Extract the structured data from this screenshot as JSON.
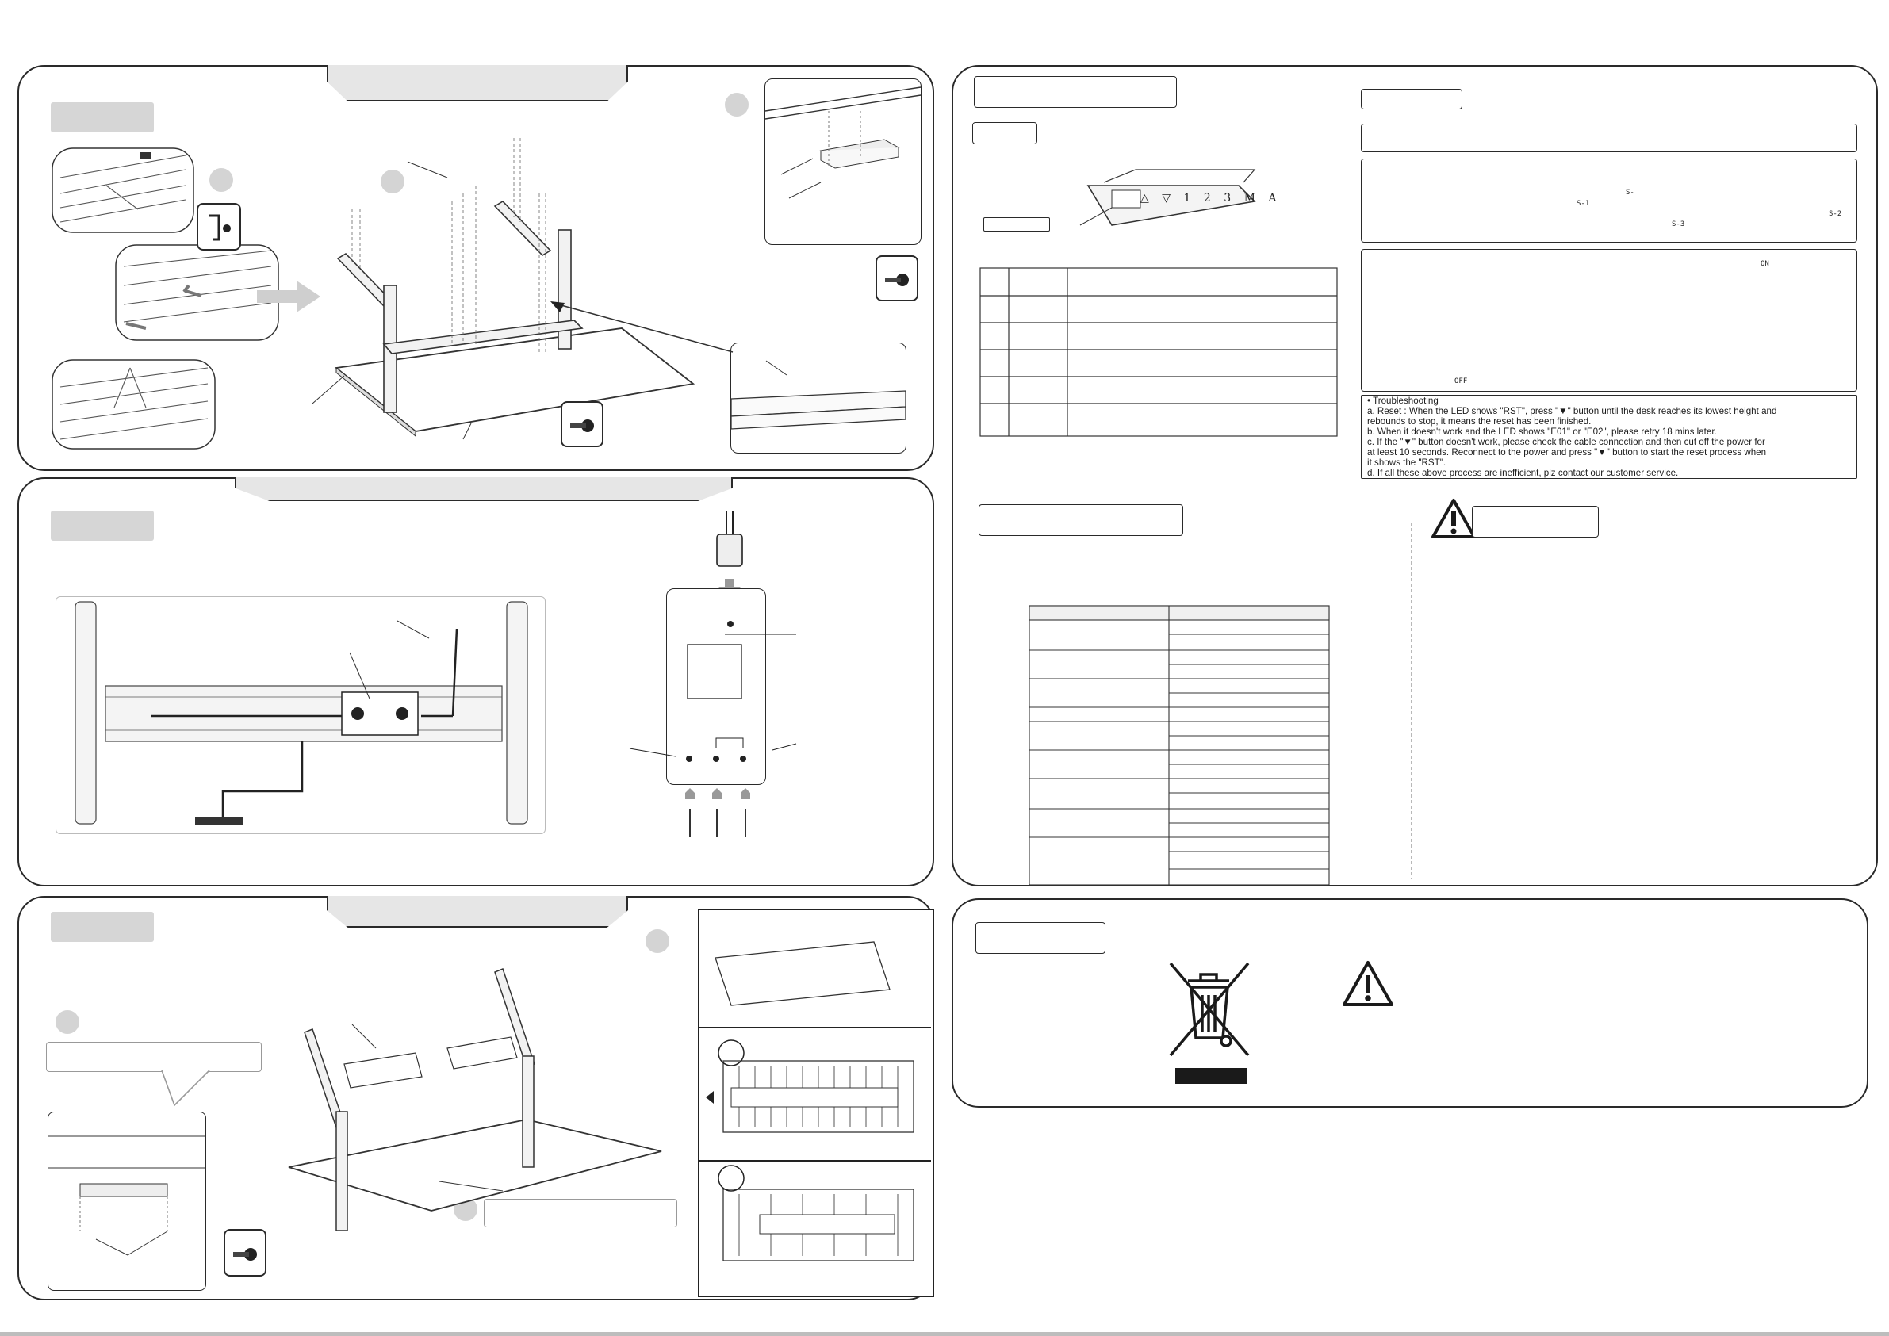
{
  "troubleshooting": {
    "title": "•  Troubleshooting",
    "line_a1": "a. Reset :  When the LED shows \"RST\", press \"▼\" button until the desk reaches its lowest height and",
    "line_a2": "rebounds to stop, it means the reset has been finished.",
    "line_b": "b. When it doesn't work and the LED shows \"E01\" or \"E02\", please retry 18 mins later.",
    "line_c1": "c. If the \"▼\" button doesn't work, please check the cable connection and then cut off the power for",
    "line_c2": "at least 10 seconds. Reconnect to the power and press \"▼\" button to start the reset process when",
    "line_c3": "it shows the \"RST\".",
    "line_d": "d. If all these above process are inefficient, plz contact our customer service."
  },
  "control_panel": {
    "buttons": [
      "△",
      "▽",
      "1",
      "2",
      "3",
      "M",
      "A"
    ]
  },
  "display_codes": {
    "s_dash": "S-",
    "s1": "S-1",
    "s2": "S-2",
    "s3": "S-3",
    "on": "ON",
    "off": "OFF"
  },
  "icons": {
    "warning": "warning-triangle-icon",
    "weee": "crossed-out-bin-icon",
    "screw": "screw-icon",
    "hex_key": "hex-key-icon"
  },
  "colors": {
    "panel_border": "#2a2a2a",
    "label_fill": "#d6d6d6",
    "tab_fill": "#e6e6e6"
  }
}
